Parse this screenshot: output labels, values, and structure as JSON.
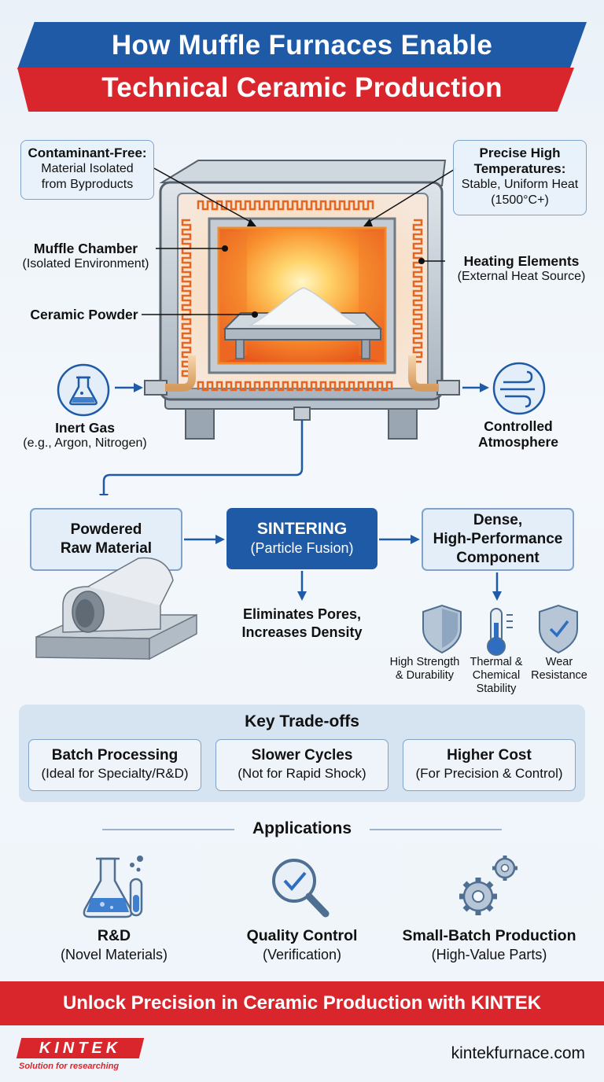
{
  "title": {
    "line1": "How Muffle Furnaces Enable",
    "line2": "Technical Ceramic Production"
  },
  "furnace": {
    "contaminant_free": {
      "title": "Contaminant-Free:",
      "line1": "Material Isolated",
      "line2": "from Byproducts"
    },
    "precise_temp": {
      "title1": "Precise High",
      "title2": "Temperatures:",
      "line1": "Stable, Uniform Heat",
      "line2": "(1500°C+)"
    },
    "muffle_chamber": {
      "title": "Muffle Chamber",
      "sub": "(Isolated Environment)"
    },
    "heating_elements": {
      "title": "Heating Elements",
      "sub": "(External Heat Source)"
    },
    "ceramic_powder": {
      "title": "Ceramic Powder"
    },
    "inert_gas": {
      "title": "Inert Gas",
      "sub": "(e.g., Argon, Nitrogen)"
    },
    "controlled_atmosphere": {
      "title1": "Controlled",
      "title2": "Atmosphere"
    }
  },
  "process": {
    "raw": {
      "line1": "Powdered",
      "line2": "Raw Material"
    },
    "sintering": {
      "title": "SINTERING",
      "sub": "(Particle Fusion)"
    },
    "component": {
      "line1": "Dense,",
      "line2": "High-Performance",
      "line3": "Component"
    },
    "eliminates": {
      "line1": "Eliminates Pores,",
      "line2": "Increases Density"
    }
  },
  "benefits": [
    {
      "line1": "High Strength",
      "line2": "& Durability",
      "line3": "",
      "icon": "shield-icon"
    },
    {
      "line1": "Thermal &",
      "line2": "Chemical",
      "line3": "Stability",
      "icon": "thermometer-icon"
    },
    {
      "line1": "Wear",
      "line2": "Resistance",
      "line3": "",
      "icon": "shield-check-icon"
    }
  ],
  "tradeoffs": {
    "title": "Key Trade-offs",
    "items": [
      {
        "title": "Batch Processing",
        "sub": "(Ideal for Specialty/R&D)"
      },
      {
        "title": "Slower Cycles",
        "sub": "(Not for Rapid Shock)"
      },
      {
        "title": "Higher Cost",
        "sub": "(For Precision & Control)"
      }
    ]
  },
  "applications": {
    "title": "Applications",
    "items": [
      {
        "title": "R&D",
        "sub": "(Novel Materials)",
        "icon": "flask-icon"
      },
      {
        "title": "Quality Control",
        "sub": "(Verification)",
        "icon": "magnifier-check-icon"
      },
      {
        "title": "Small-Batch Production",
        "sub": "(High-Value Parts)",
        "icon": "gears-icon"
      }
    ]
  },
  "footer": {
    "banner": "Unlock Precision in Ceramic Production with KINTEK",
    "logo": "KINTEK",
    "tagline": "Solution for researching",
    "website": "kintekfurnace.com"
  },
  "colors": {
    "brand_blue": "#1f5aa6",
    "brand_red": "#d9262c",
    "heat_orange": "#f07a2a",
    "panel_blue": "#e4eef8"
  }
}
